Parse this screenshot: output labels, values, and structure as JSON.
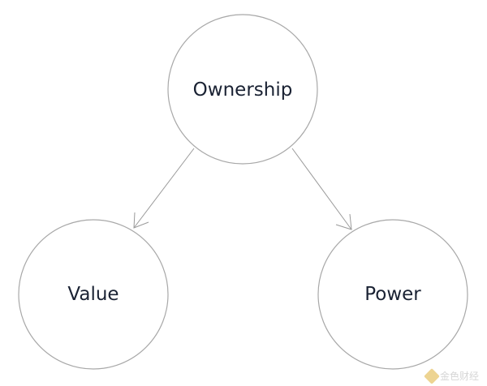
{
  "diagram": {
    "nodes": [
      {
        "id": "ownership",
        "label": "Ownership"
      },
      {
        "id": "value",
        "label": "Value"
      },
      {
        "id": "power",
        "label": "Power"
      }
    ],
    "edges": [
      {
        "from": "ownership",
        "to": "value"
      },
      {
        "from": "ownership",
        "to": "power"
      }
    ]
  },
  "watermark": {
    "text": "金色财经"
  },
  "colors": {
    "node_stroke": "#a8a8a8",
    "edge_stroke": "#9a9a9a",
    "label_text": "#1a2233",
    "watermark_accent": "#e0b23a"
  }
}
